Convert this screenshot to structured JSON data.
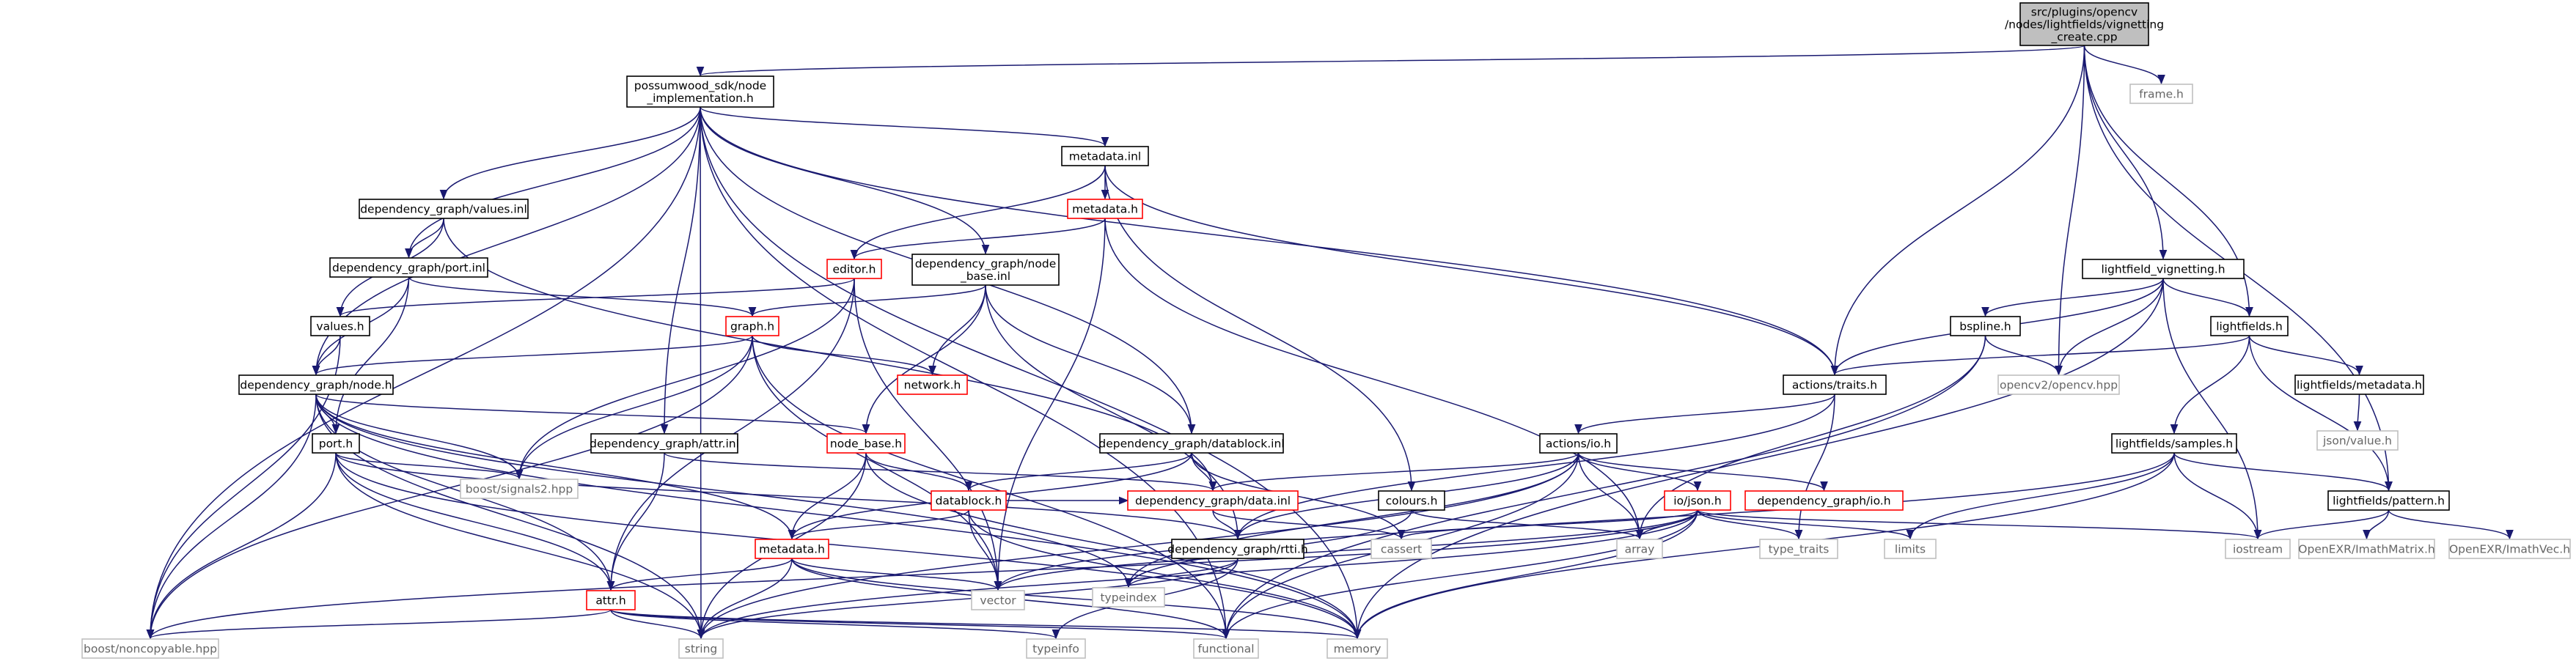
{
  "colors": {
    "node_border_normal": "#000000",
    "node_border_error": "#ff0000",
    "node_border_system": "#bfbfbf",
    "node_text": "#000000",
    "node_text_system": "#666666",
    "root_fill": "#bfbfbf",
    "edge": "#191970"
  },
  "graph": {
    "nodes": [
      {
        "id": "root",
        "lines": [
          "src/plugins/opencv",
          "/nodes/lightfields/vignetting",
          "_create.cpp"
        ],
        "kind": "root"
      },
      {
        "id": "pimpl",
        "lines": [
          "possumwood_sdk/node",
          "_implementation.h"
        ],
        "kind": "normal"
      },
      {
        "id": "frame",
        "lines": [
          "frame.h"
        ],
        "kind": "system"
      },
      {
        "id": "lfvig",
        "lines": [
          "lightfield_vignetting.h"
        ],
        "kind": "normal"
      },
      {
        "id": "metainl",
        "lines": [
          "metadata.inl"
        ],
        "kind": "normal"
      },
      {
        "id": "valinl",
        "lines": [
          "dependency_graph/values.inl"
        ],
        "kind": "normal"
      },
      {
        "id": "metah",
        "lines": [
          "metadata.h"
        ],
        "kind": "error"
      },
      {
        "id": "porti",
        "lines": [
          "dependency_graph/port.inl"
        ],
        "kind": "normal"
      },
      {
        "id": "nbinl",
        "lines": [
          "dependency_graph/node",
          "_base.inl"
        ],
        "kind": "normal"
      },
      {
        "id": "editor",
        "lines": [
          "editor.h"
        ],
        "kind": "error"
      },
      {
        "id": "bspline",
        "lines": [
          "bspline.h"
        ],
        "kind": "normal"
      },
      {
        "id": "lfh",
        "lines": [
          "lightfields.h"
        ],
        "kind": "normal"
      },
      {
        "id": "values",
        "lines": [
          "values.h"
        ],
        "kind": "normal"
      },
      {
        "id": "graph",
        "lines": [
          "graph.h"
        ],
        "kind": "error"
      },
      {
        "id": "network",
        "lines": [
          "network.h"
        ],
        "kind": "error"
      },
      {
        "id": "traits",
        "lines": [
          "actions/traits.h"
        ],
        "kind": "normal"
      },
      {
        "id": "opencv",
        "lines": [
          "opencv2/opencv.hpp"
        ],
        "kind": "system"
      },
      {
        "id": "lfmeta",
        "lines": [
          "lightfields/metadata.h"
        ],
        "kind": "normal"
      },
      {
        "id": "jsonval",
        "lines": [
          "json/value.h"
        ],
        "kind": "system"
      },
      {
        "id": "dgnode",
        "lines": [
          "dependency_graph/node.h"
        ],
        "kind": "normal"
      },
      {
        "id": "attrinl",
        "lines": [
          "dependency_graph/attr.inl"
        ],
        "kind": "normal"
      },
      {
        "id": "nodebase",
        "lines": [
          "node_base.h"
        ],
        "kind": "error"
      },
      {
        "id": "dbinl",
        "lines": [
          "dependency_graph/datablock.inl"
        ],
        "kind": "normal"
      },
      {
        "id": "aio",
        "lines": [
          "actions/io.h"
        ],
        "kind": "normal"
      },
      {
        "id": "lfsamp",
        "lines": [
          "lightfields/samples.h"
        ],
        "kind": "normal"
      },
      {
        "id": "port",
        "lines": [
          "port.h"
        ],
        "kind": "normal"
      },
      {
        "id": "signals",
        "lines": [
          "boost/signals2.hpp"
        ],
        "kind": "system"
      },
      {
        "id": "datablock",
        "lines": [
          "datablock.h"
        ],
        "kind": "error"
      },
      {
        "id": "datainl",
        "lines": [
          "dependency_graph/data.inl"
        ],
        "kind": "error"
      },
      {
        "id": "colours",
        "lines": [
          "colours.h"
        ],
        "kind": "normal"
      },
      {
        "id": "iojson",
        "lines": [
          "io/json.h"
        ],
        "kind": "error"
      },
      {
        "id": "dgio",
        "lines": [
          "dependency_graph/io.h"
        ],
        "kind": "error"
      },
      {
        "id": "lfpat",
        "lines": [
          "lightfields/pattern.h"
        ],
        "kind": "normal"
      },
      {
        "id": "metadata2",
        "lines": [
          "metadata.h"
        ],
        "kind": "error"
      },
      {
        "id": "rtti",
        "lines": [
          "dependency_graph/rtti.h"
        ],
        "kind": "normal"
      },
      {
        "id": "cassert",
        "lines": [
          "cassert"
        ],
        "kind": "system"
      },
      {
        "id": "array",
        "lines": [
          "array"
        ],
        "kind": "system"
      },
      {
        "id": "typetraits",
        "lines": [
          "type_traits"
        ],
        "kind": "system"
      },
      {
        "id": "limits",
        "lines": [
          "limits"
        ],
        "kind": "system"
      },
      {
        "id": "iostream",
        "lines": [
          "iostream"
        ],
        "kind": "system"
      },
      {
        "id": "imathmat",
        "lines": [
          "OpenEXR/ImathMatrix.h"
        ],
        "kind": "system"
      },
      {
        "id": "imathvec",
        "lines": [
          "OpenEXR/ImathVec.h"
        ],
        "kind": "system"
      },
      {
        "id": "typeindex",
        "lines": [
          "typeindex"
        ],
        "kind": "system"
      },
      {
        "id": "vector",
        "lines": [
          "vector"
        ],
        "kind": "system"
      },
      {
        "id": "attrh",
        "lines": [
          "attr.h"
        ],
        "kind": "error"
      },
      {
        "id": "noncopy",
        "lines": [
          "boost/noncopyable.hpp"
        ],
        "kind": "system"
      },
      {
        "id": "string",
        "lines": [
          "string"
        ],
        "kind": "system"
      },
      {
        "id": "typeinfo",
        "lines": [
          "typeinfo"
        ],
        "kind": "system"
      },
      {
        "id": "functional",
        "lines": [
          "functional"
        ],
        "kind": "system"
      },
      {
        "id": "memory",
        "lines": [
          "memory"
        ],
        "kind": "system"
      }
    ],
    "edges": [
      [
        "root",
        "pimpl"
      ],
      [
        "root",
        "frame"
      ],
      [
        "root",
        "lfvig"
      ],
      [
        "root",
        "lfh"
      ],
      [
        "root",
        "traits"
      ],
      [
        "root",
        "opencv"
      ],
      [
        "root",
        "lfpat"
      ],
      [
        "pimpl",
        "metainl"
      ],
      [
        "pimpl",
        "valinl"
      ],
      [
        "pimpl",
        "porti"
      ],
      [
        "pimpl",
        "nbinl"
      ],
      [
        "pimpl",
        "dgnode"
      ],
      [
        "pimpl",
        "attrinl"
      ],
      [
        "pimpl",
        "dbinl"
      ],
      [
        "pimpl",
        "traits"
      ],
      [
        "pimpl",
        "noncopy"
      ],
      [
        "pimpl",
        "string"
      ],
      [
        "pimpl",
        "functional"
      ],
      [
        "pimpl",
        "memory"
      ],
      [
        "metainl",
        "metah"
      ],
      [
        "metainl",
        "editor"
      ],
      [
        "metainl",
        "traits"
      ],
      [
        "metainl",
        "colours"
      ],
      [
        "metah",
        "editor"
      ],
      [
        "metah",
        "vector"
      ],
      [
        "metah",
        "array"
      ],
      [
        "valinl",
        "porti"
      ],
      [
        "valinl",
        "values"
      ],
      [
        "valinl",
        "datainl"
      ],
      [
        "porti",
        "dgnode"
      ],
      [
        "porti",
        "graph"
      ],
      [
        "porti",
        "port"
      ],
      [
        "editor",
        "values"
      ],
      [
        "editor",
        "signals"
      ],
      [
        "editor",
        "attrh"
      ],
      [
        "editor",
        "vector"
      ],
      [
        "nbinl",
        "graph"
      ],
      [
        "nbinl",
        "network"
      ],
      [
        "nbinl",
        "nodebase"
      ],
      [
        "nbinl",
        "dbinl"
      ],
      [
        "nbinl",
        "rtti"
      ],
      [
        "values",
        "dgnode"
      ],
      [
        "values",
        "noncopy"
      ],
      [
        "graph",
        "dgnode"
      ],
      [
        "graph",
        "network"
      ],
      [
        "graph",
        "signals"
      ],
      [
        "graph",
        "noncopy"
      ],
      [
        "graph",
        "vector"
      ],
      [
        "graph",
        "functional"
      ],
      [
        "dgnode",
        "port"
      ],
      [
        "dgnode",
        "nodebase"
      ],
      [
        "dgnode",
        "signals"
      ],
      [
        "dgnode",
        "attrh"
      ],
      [
        "dgnode",
        "metadata2"
      ],
      [
        "dgnode",
        "noncopy"
      ],
      [
        "dgnode",
        "string"
      ],
      [
        "dgnode",
        "typeindex"
      ],
      [
        "dgnode",
        "memory"
      ],
      [
        "port",
        "signals"
      ],
      [
        "port",
        "attrh"
      ],
      [
        "port",
        "noncopy"
      ],
      [
        "port",
        "string"
      ],
      [
        "port",
        "rtti"
      ],
      [
        "port",
        "memory"
      ],
      [
        "attrinl",
        "attrh"
      ],
      [
        "attrinl",
        "datainl"
      ],
      [
        "nodebase",
        "metadata2"
      ],
      [
        "nodebase",
        "datablock"
      ],
      [
        "nodebase",
        "string"
      ],
      [
        "nodebase",
        "memory"
      ],
      [
        "dbinl",
        "datablock"
      ],
      [
        "dbinl",
        "datainl"
      ],
      [
        "dbinl",
        "metadata2"
      ],
      [
        "dbinl",
        "cassert"
      ],
      [
        "datablock",
        "metadata2"
      ],
      [
        "datablock",
        "vector"
      ],
      [
        "datablock",
        "memory"
      ],
      [
        "datablock",
        "datainl"
      ],
      [
        "datainl",
        "rtti"
      ],
      [
        "datainl",
        "cassert"
      ],
      [
        "metadata2",
        "attrh"
      ],
      [
        "metadata2",
        "vector"
      ],
      [
        "metadata2",
        "string"
      ],
      [
        "metadata2",
        "functional"
      ],
      [
        "metadata2",
        "memory"
      ],
      [
        "attrh",
        "noncopy"
      ],
      [
        "attrh",
        "string"
      ],
      [
        "attrh",
        "typeinfo"
      ],
      [
        "attrh",
        "functional"
      ],
      [
        "attrh",
        "memory"
      ],
      [
        "rtti",
        "typeindex"
      ],
      [
        "rtti",
        "typeinfo"
      ],
      [
        "rtti",
        "string"
      ],
      [
        "traits",
        "aio"
      ],
      [
        "traits",
        "rtti"
      ],
      [
        "traits",
        "typetraits"
      ],
      [
        "aio",
        "datainl"
      ],
      [
        "aio",
        "iojson"
      ],
      [
        "aio",
        "dgio"
      ],
      [
        "aio",
        "rtti"
      ],
      [
        "aio",
        "typeindex"
      ],
      [
        "aio",
        "array"
      ],
      [
        "aio",
        "functional"
      ],
      [
        "aio",
        "string"
      ],
      [
        "iojson",
        "cassert"
      ],
      [
        "iojson",
        "array"
      ],
      [
        "iojson",
        "typetraits"
      ],
      [
        "iojson",
        "limits"
      ],
      [
        "iojson",
        "iostream"
      ],
      [
        "iojson",
        "vector"
      ],
      [
        "iojson",
        "noncopy"
      ],
      [
        "iojson",
        "string"
      ],
      [
        "iojson",
        "functional"
      ],
      [
        "iojson",
        "memory"
      ],
      [
        "colours",
        "array"
      ],
      [
        "colours",
        "typeindex"
      ],
      [
        "lfvig",
        "bspline"
      ],
      [
        "lfvig",
        "lfh"
      ],
      [
        "lfvig",
        "traits"
      ],
      [
        "lfvig",
        "opencv"
      ],
      [
        "lfvig",
        "iostream"
      ],
      [
        "lfvig",
        "memory"
      ],
      [
        "bspline",
        "opencv"
      ],
      [
        "bspline",
        "array"
      ],
      [
        "bspline",
        "functional"
      ],
      [
        "lfh",
        "traits"
      ],
      [
        "lfh",
        "lfmeta"
      ],
      [
        "lfh",
        "lfsamp"
      ],
      [
        "lfh",
        "lfpat"
      ],
      [
        "lfmeta",
        "jsonval"
      ],
      [
        "lfsamp",
        "lfpat"
      ],
      [
        "lfsamp",
        "limits"
      ],
      [
        "lfsamp",
        "iostream"
      ],
      [
        "lfsamp",
        "vector"
      ],
      [
        "lfsamp",
        "memory"
      ],
      [
        "lfpat",
        "iostream"
      ],
      [
        "lfpat",
        "imathmat"
      ],
      [
        "lfpat",
        "imathvec"
      ]
    ]
  }
}
